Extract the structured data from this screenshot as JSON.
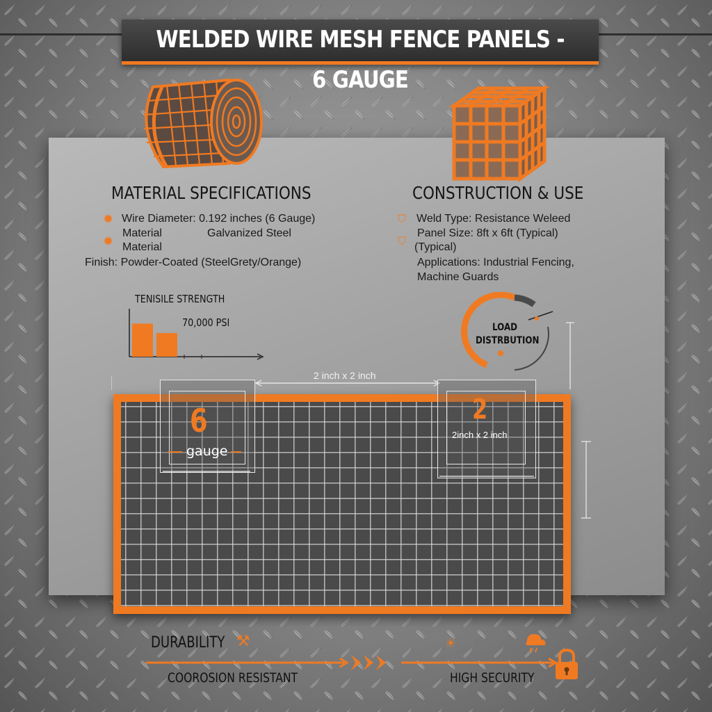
{
  "title": "WELDED WIRE MESH FENCE PANELS - 6 GAUGE",
  "material": {
    "heading": "MATERIAL SPECIFICATIONS",
    "line1": "Wire Diameter: 0.192 inches (6 Gauge)",
    "line2a": "Material",
    "line2b": "Galvanized Steel",
    "line3": "Material",
    "line4": "Finish: Powder-Coated (SteelGrety/Orange)"
  },
  "construction": {
    "heading": "CONSTRUCTION & USE",
    "line1": "Weld Type: Resistance Weleed",
    "line2": "Panel Size: 8ft x 6ft (Typical)",
    "line3": "(Typical)",
    "line4": "Applications: Industrial Fencing,",
    "line5": "Machine Guards"
  },
  "tensile": {
    "label": "TENISILE STRENGTH",
    "value": "70,000 PSI",
    "bars": [
      0.7,
      0.5
    ]
  },
  "load": {
    "line1": "LOAD",
    "line2": "DISTRBUTION"
  },
  "mesh": {
    "top_dimension": "2 inch x 2 inch",
    "gauge_number": "6",
    "gauge_label": "gauge",
    "spacing_number": "2",
    "spacing_label": "2inch x 2 inch"
  },
  "bottom": {
    "durability": "DURABILITY",
    "corrosion": "COOROSION RESISTANT",
    "security": "HIGH SECURITY"
  },
  "colors": {
    "accent": "#f07a22",
    "title_bg": "#3a3a3a",
    "panel": "#a8a8a8"
  }
}
